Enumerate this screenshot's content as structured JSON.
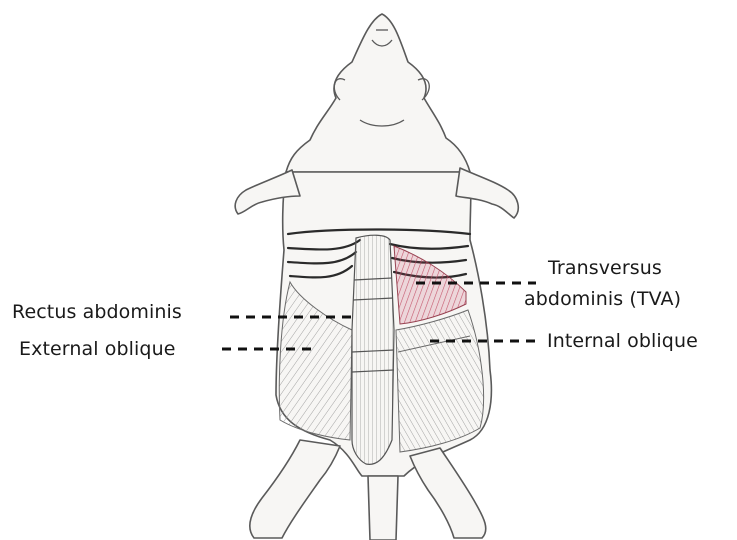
{
  "labels": {
    "rectus": "Rectus abdominis",
    "external": "External oblique",
    "tva_line1": "Transversus",
    "tva_line2": "abdominis (TVA)",
    "internal": "Internal oblique"
  },
  "colors": {
    "sketch": "#5a5a5a",
    "paper": "#f7f6f4",
    "tva_highlight": "#c04a63",
    "leader": "#111111"
  }
}
